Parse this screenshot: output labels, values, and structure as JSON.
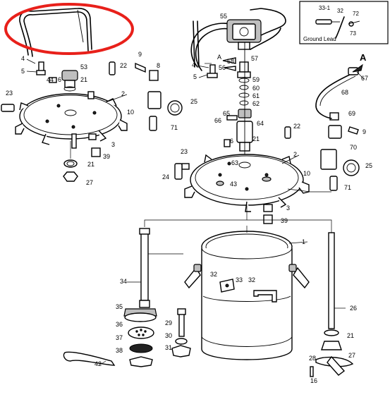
{
  "labels": {
    "l1": "1",
    "l2a": "2",
    "l2b": "2",
    "l3a": "3",
    "l3b": "3",
    "l4a": "4",
    "l4b": "4",
    "l5a": "5",
    "l5b": "5",
    "l6a": "6",
    "l6b": "6",
    "l8": "8",
    "l9a": "9",
    "l9b": "9",
    "l10a": "10",
    "l10b": "10",
    "l16": "16",
    "l21a": "21",
    "l21b": "21",
    "l21c": "21",
    "l21d": "21",
    "l22a": "22",
    "l22b": "22",
    "l23a": "23",
    "l23b": "23",
    "l24": "24",
    "l25a": "25",
    "l25b": "25",
    "l26": "26",
    "l27a": "27",
    "l27b": "27",
    "l28": "28",
    "l29": "29",
    "l30": "30",
    "l31": "31",
    "l32a": "32",
    "l32b": "32",
    "l33": "33",
    "l34": "34",
    "l35": "35",
    "l36": "36",
    "l37": "37",
    "l38": "38",
    "l39a": "39",
    "l39b": "39",
    "l42": "42",
    "l43": "43",
    "l44": "44",
    "l53": "53",
    "l55": "55",
    "l56": "56",
    "l57": "57",
    "l58": "58",
    "l59": "59",
    "l60": "60",
    "l61": "61",
    "l62": "62",
    "l63": "63",
    "l64": "64",
    "l65": "65",
    "l66": "66",
    "l67": "67",
    "l68": "68",
    "l69": "69",
    "l70": "70",
    "l71a": "71",
    "l71b": "71",
    "arrowA1": "A",
    "arrowA2": "A"
  },
  "inset": {
    "part_33_1": "33-1",
    "part_32": "32",
    "part_72": "72",
    "part_73": "73",
    "caption": "Ground Lead"
  },
  "highlight_color": "#e8201a"
}
